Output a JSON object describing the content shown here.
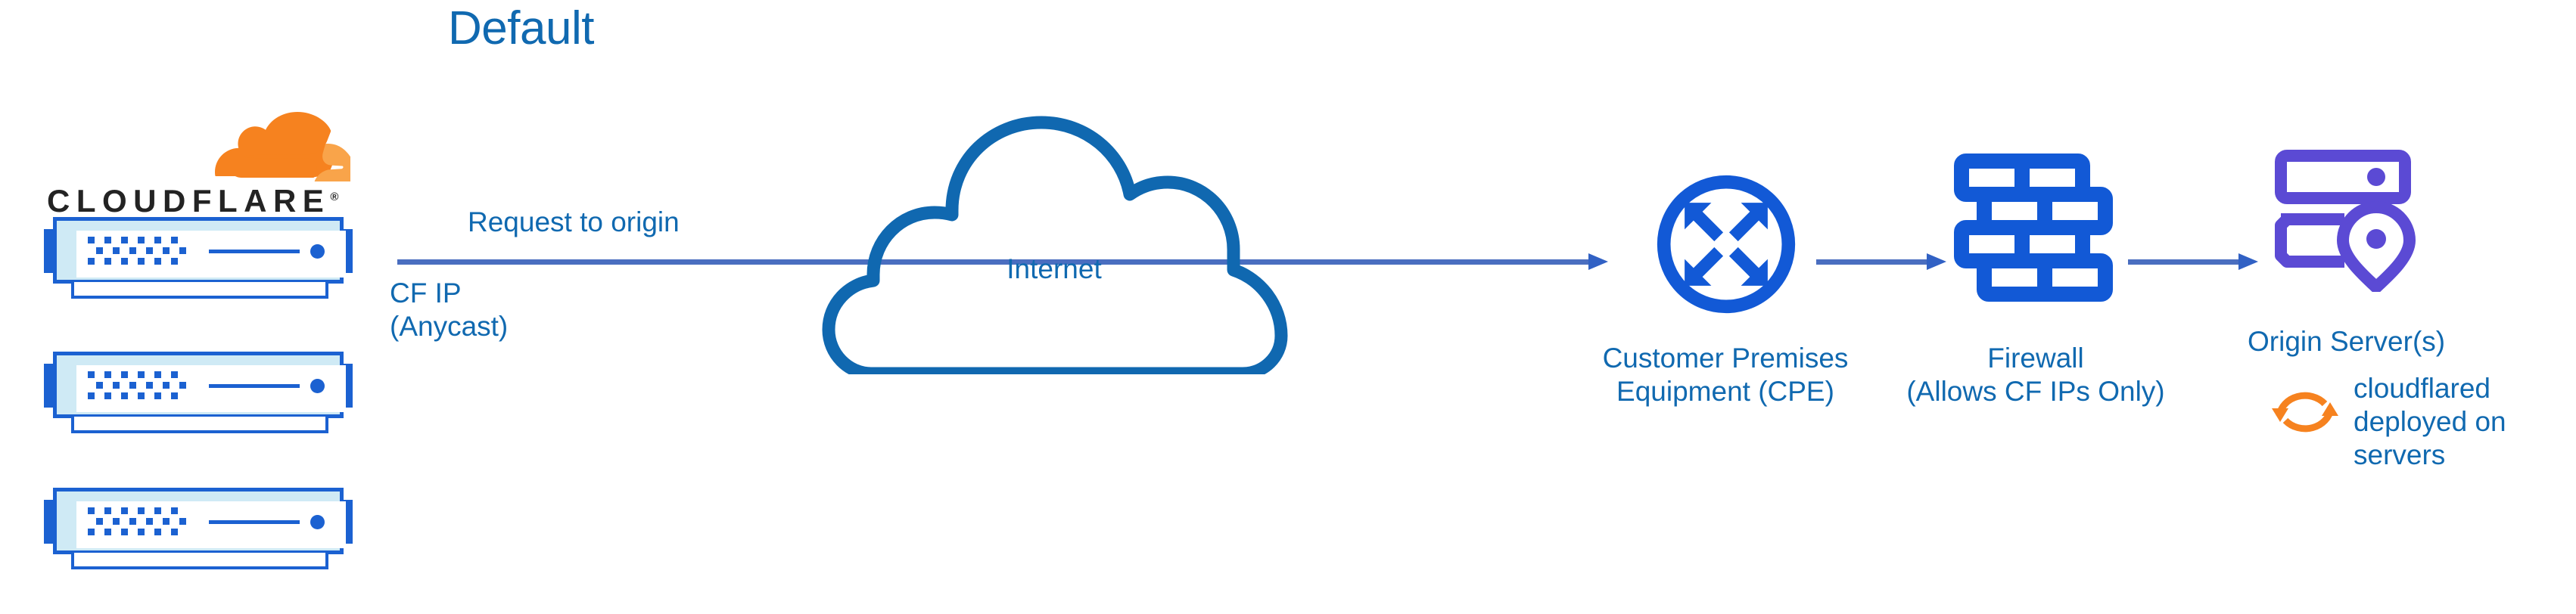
{
  "title": "Default",
  "colors": {
    "title_blue": "#1069b0",
    "label_blue": "#1069b0",
    "icon_blue": "#1b61d1",
    "cloud_blue": "#1068b0",
    "arrow_blue": "#4a6ec0",
    "origin_purple": "#5b4ad4",
    "cloudflare_orange": "#f6821f",
    "cloudflare_orange_light": "#f9a44a",
    "wordmark_black": "#232323",
    "server_fill": "#cfeaf5"
  },
  "cloudflare": {
    "wordmark": "CLOUDFLARE",
    "registered_mark": "®",
    "logo_icon": "cloudflare-cloud-icon",
    "server_count": 3,
    "servers": [
      {
        "name": "cloudflare-server-1"
      },
      {
        "name": "cloudflare-server-2"
      },
      {
        "name": "cloudflare-server-3"
      }
    ]
  },
  "annotations": {
    "request_to_origin": "Request to origin",
    "cf_ip": "CF IP\n(Anycast)"
  },
  "nodes": {
    "internet": {
      "label": "Internet",
      "icon": "cloud-icon"
    },
    "cpe": {
      "label": "Customer Premises\nEquipment (CPE)",
      "icon": "router-four-arrows-icon"
    },
    "firewall": {
      "label": "Firewall\n(Allows CF IPs Only)",
      "icon": "brick-wall-icon"
    },
    "origin": {
      "label": "Origin Server(s)",
      "icon": "server-location-pin-icon"
    },
    "cloudflared": {
      "label": "cloudflared\ndeployed on\nservers",
      "icon": "sync-circular-arrows-icon"
    }
  },
  "flow": {
    "arrows": [
      {
        "name": "arrow-cloudflare-to-cpe",
        "from": "cloudflare",
        "to": "cpe"
      },
      {
        "name": "arrow-cpe-to-firewall",
        "from": "cpe",
        "to": "firewall"
      },
      {
        "name": "arrow-firewall-to-origin",
        "from": "firewall",
        "to": "origin"
      }
    ]
  }
}
